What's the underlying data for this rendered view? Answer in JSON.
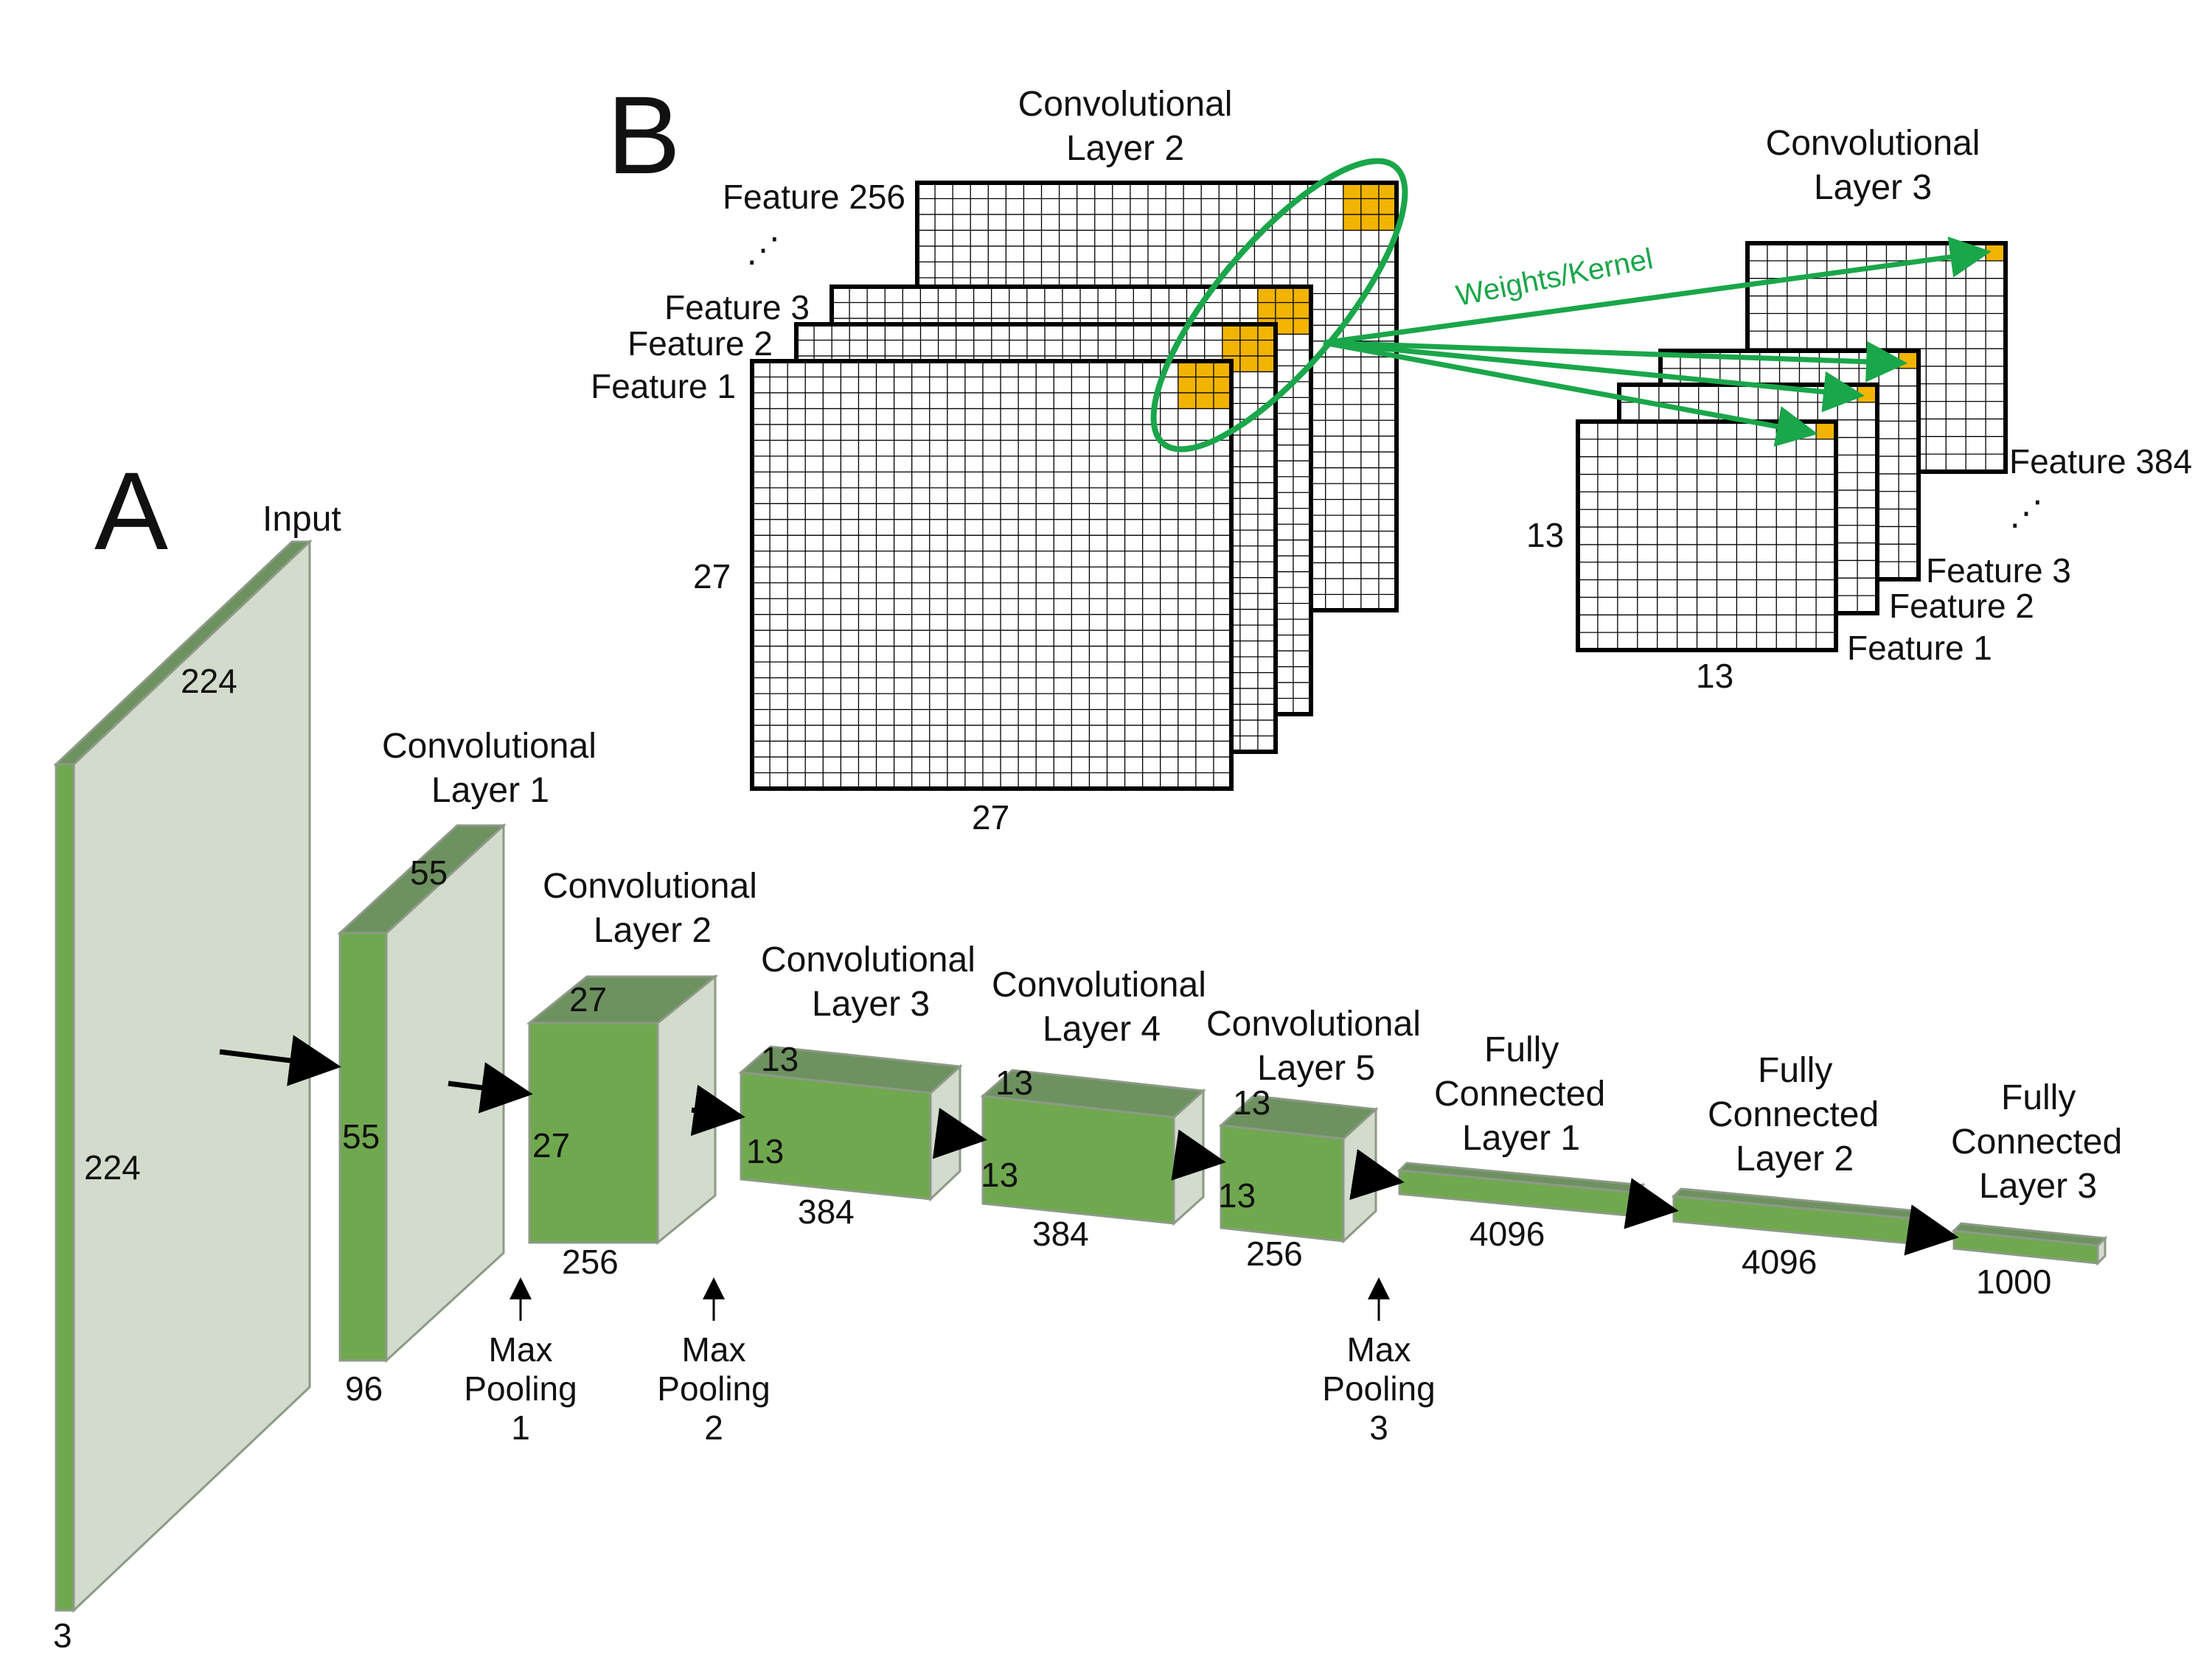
{
  "panels": {
    "a": "A",
    "b": "B"
  },
  "colors": {
    "front": "#70a84f",
    "top": "#6e9160",
    "side": "#d3dbcc",
    "edge": "#8c9a86",
    "arrow": "#000000",
    "kernel": "#f2b400",
    "green_line": "#1aa64a",
    "grid_line": "#000000",
    "background": "#ffffff"
  },
  "panel_a": {
    "input": {
      "title": "Input",
      "width": "224",
      "height": "224",
      "depth": "3"
    },
    "conv1": {
      "title": [
        "Convolutional",
        "Layer 1"
      ],
      "width": "55",
      "height": "55",
      "depth": "96"
    },
    "conv2": {
      "title": [
        "Convolutional",
        "Layer 2"
      ],
      "width": "27",
      "height": "27",
      "depth": "256"
    },
    "conv3": {
      "title": [
        "Convolutional",
        "Layer 3"
      ],
      "width": "13",
      "height": "13",
      "depth": "384"
    },
    "conv4": {
      "title": [
        "Convolutional",
        "Layer 4"
      ],
      "width": "13",
      "height": "13",
      "depth": "384"
    },
    "conv5": {
      "title": [
        "Convolutional",
        "Layer 5"
      ],
      "width": "13",
      "height": "13",
      "depth": "256"
    },
    "fc1": {
      "title": [
        "Fully",
        "Connected",
        "Layer 1"
      ],
      "size": "4096"
    },
    "fc2": {
      "title": [
        "Fully",
        "Connected",
        "Layer 2"
      ],
      "size": "4096"
    },
    "fc3": {
      "title": [
        "Fully",
        "Connected",
        "Layer 3"
      ],
      "size": "1000"
    },
    "pool1": [
      "Max",
      "Pooling",
      "1"
    ],
    "pool2": [
      "Max",
      "Pooling",
      "2"
    ],
    "pool3": [
      "Max",
      "Pooling",
      "3"
    ]
  },
  "panel_b": {
    "conv2_title": [
      "Convolutional",
      "Layer 2"
    ],
    "conv3_title": [
      "Convolutional",
      "Layer 3"
    ],
    "conv2_features": [
      "Feature 256",
      "Feature 3",
      "Feature 2",
      "Feature 1"
    ],
    "conv3_features": [
      "Feature 384",
      "Feature 3",
      "Feature 2",
      "Feature 1"
    ],
    "ellipsis": "⋰",
    "conv2_size": {
      "height": "27",
      "width": "27"
    },
    "conv3_size": {
      "height": "13",
      "width": "13"
    },
    "kernel_label": "Weights/Kernel"
  }
}
